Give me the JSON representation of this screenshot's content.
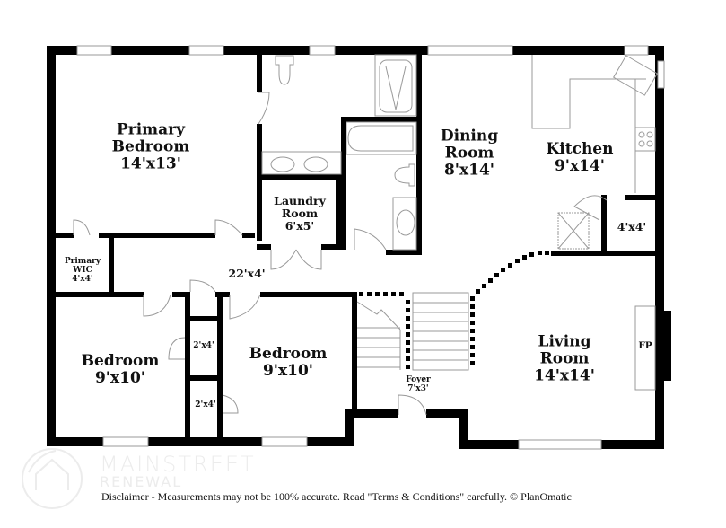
{
  "floorplan": {
    "rooms": [
      {
        "id": "primary-bedroom",
        "name_lines": [
          "Primary",
          "Bedroom"
        ],
        "dimensions": "14'x13'"
      },
      {
        "id": "laundry-room",
        "name_lines": [
          "Laundry",
          "Room"
        ],
        "dimensions": "6'x5'"
      },
      {
        "id": "dining-room",
        "name_lines": [
          "Dining",
          "Room"
        ],
        "dimensions": "8'x14'"
      },
      {
        "id": "kitchen",
        "name_lines": [
          "Kitchen"
        ],
        "dimensions": "9'x14'"
      },
      {
        "id": "pantry",
        "name_lines": [],
        "dimensions": "4'x4'"
      },
      {
        "id": "primary-wic",
        "name_lines": [
          "Primary",
          "WIC"
        ],
        "dimensions": "4'x4'"
      },
      {
        "id": "hallway",
        "name_lines": [],
        "dimensions": "22'x4'"
      },
      {
        "id": "bedroom-1",
        "name_lines": [
          "Bedroom"
        ],
        "dimensions": "9'x10'"
      },
      {
        "id": "closet-1",
        "name_lines": [],
        "dimensions": "2'x4'"
      },
      {
        "id": "closet-2",
        "name_lines": [],
        "dimensions": "2'x4'"
      },
      {
        "id": "bedroom-2",
        "name_lines": [
          "Bedroom"
        ],
        "dimensions": "9'x10'"
      },
      {
        "id": "foyer",
        "name_lines": [
          "Foyer"
        ],
        "dimensions": "7'x3'"
      },
      {
        "id": "living-room",
        "name_lines": [
          "Living",
          "Room"
        ],
        "dimensions": "14'x14'"
      }
    ],
    "fireplace_label": "FP",
    "colors": {
      "wall": "#000000",
      "fixture": "#999999",
      "background": "#ffffff"
    }
  },
  "watermark": {
    "brand": "MAINSTREET",
    "sub": "RENEWAL"
  },
  "footer": {
    "disclaimer": "Disclaimer - Measurements may not be 100% accurate. Read \"Terms & Conditions\" carefully. © PlanOmatic"
  }
}
